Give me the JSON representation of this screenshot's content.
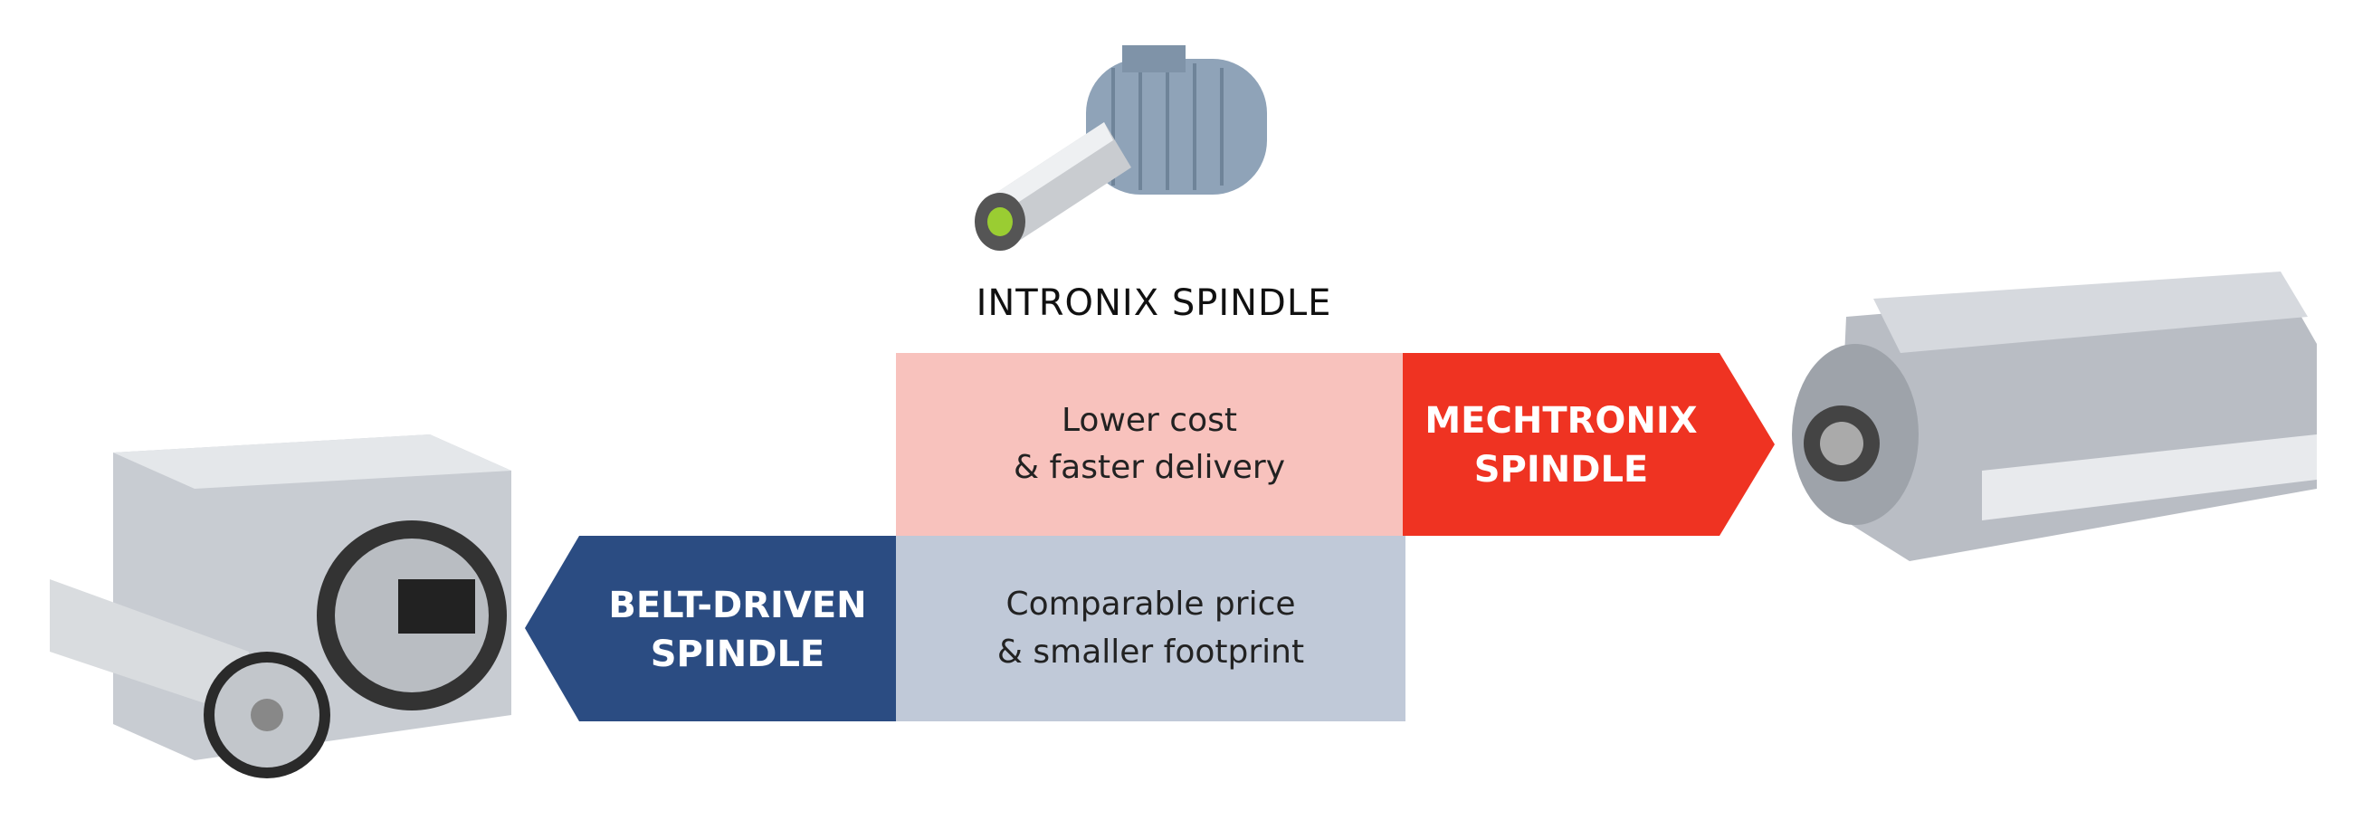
{
  "top_product": {
    "label": "INTRONIX SPINDLE",
    "image": "intronix-spindle-motor"
  },
  "right_product": {
    "line1": "MECHTRONIX",
    "line2": "SPINDLE",
    "color": "#ef3322",
    "image": "mechtronix-spindle"
  },
  "left_product": {
    "line1": "BELT-DRIVEN",
    "line2": "SPINDLE",
    "color": "#2b4c82",
    "image": "belt-driven-spindle"
  },
  "comparisons": {
    "mechtronix": {
      "line1": "Lower cost",
      "line2": "& faster delivery",
      "color": "#f8c2bd"
    },
    "belt_driven": {
      "line1": "Comparable price",
      "line2": "& smaller footprint",
      "color": "#c0c9d8"
    }
  }
}
